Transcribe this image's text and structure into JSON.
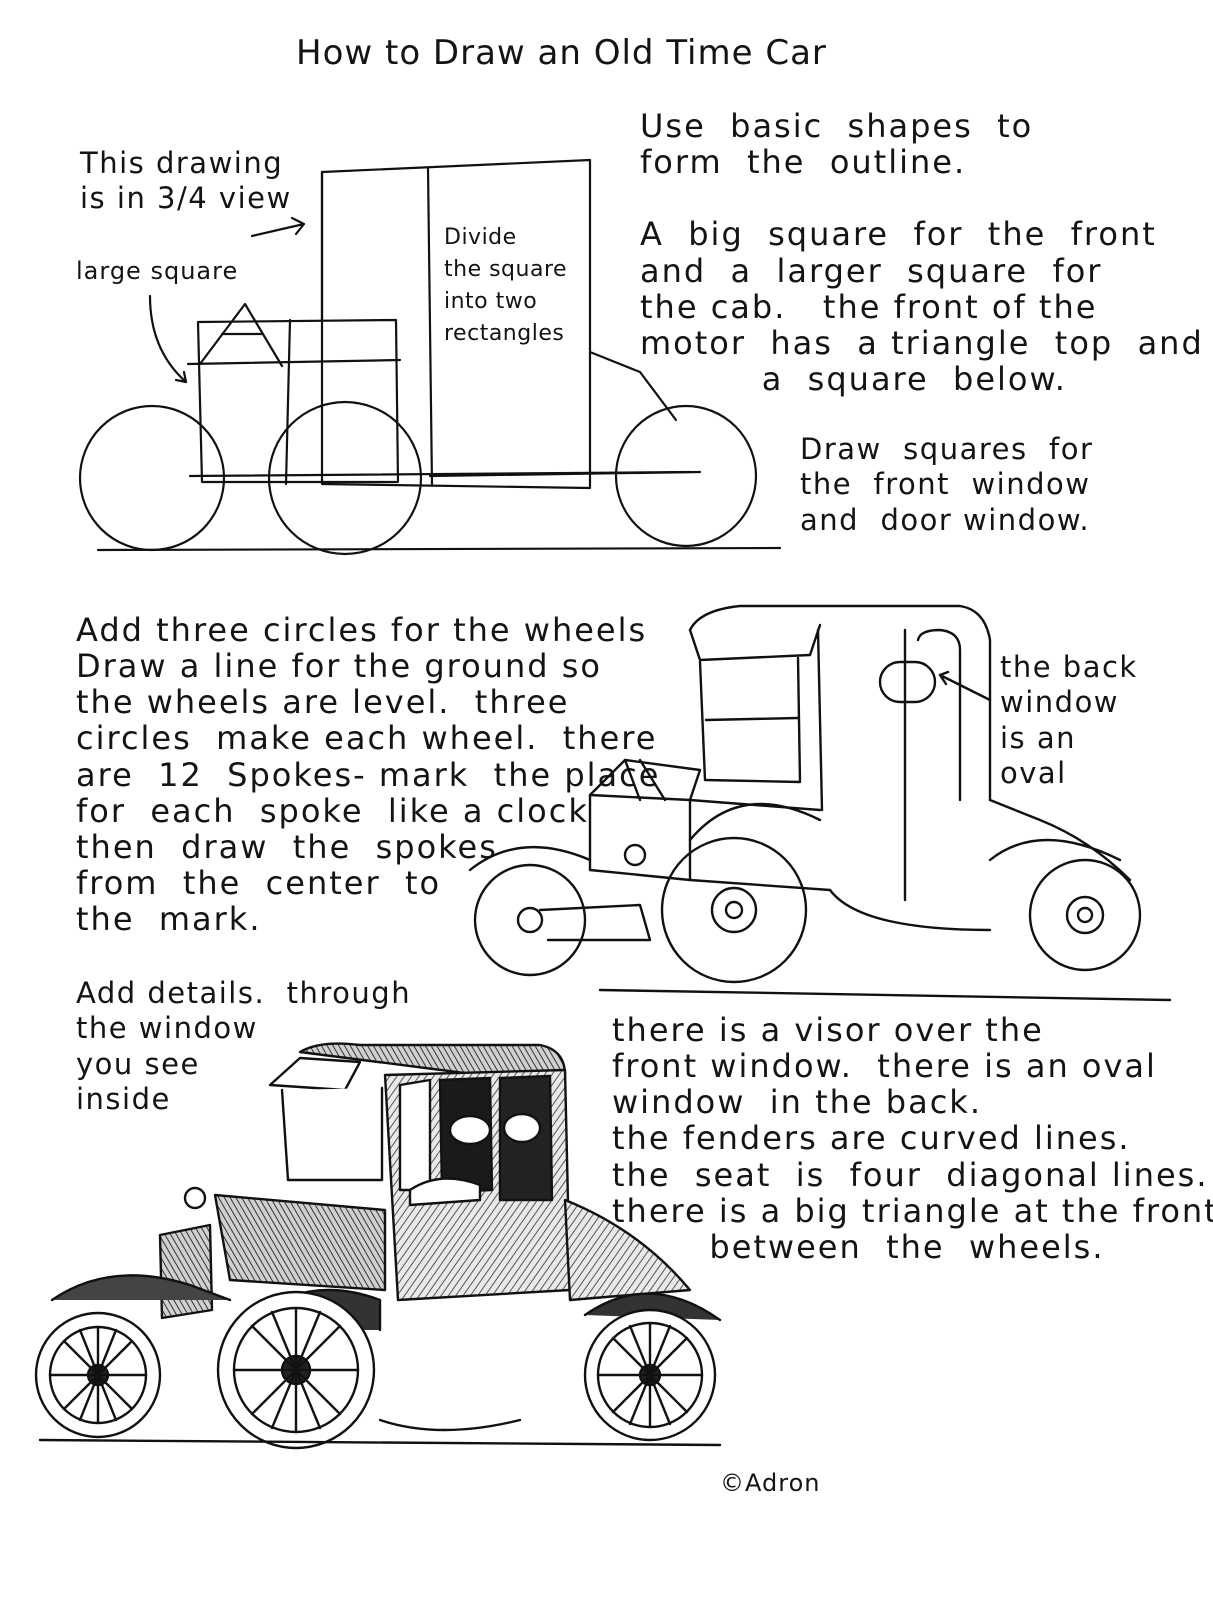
{
  "page": {
    "title": "How to Draw an Old Time Car",
    "copyright": "©Adron"
  },
  "step1": {
    "view_note": "This drawing\nis in 3/4 view",
    "large_square_label": "large square",
    "divide_label": "Divide\nthe square\ninto two\nrectangles",
    "instructions": "Use  basic  shapes  to\nform  the  outline.\n\nA  big  square  for  the  front\nand  a  larger  square  for\nthe cab.   the front of the\nmotor  has  a triangle  top  and\n          a  square  below.",
    "squares_note": "Draw  squares  for\nthe  front  window\nand  door window."
  },
  "step2": {
    "wheels_text": "Add three circles for the wheels\nDraw a line for the ground so\nthe wheels are level.  three\ncircles  make each wheel.  there\nare  12  Spokes- mark  the place\nfor  each  spoke  like a clock\nthen  draw  the  spokes\nfrom  the  center  to\nthe  mark.",
    "back_window_label": "the back\nwindow\nis an\noval"
  },
  "step3": {
    "details_text": "Add details.  through\nthe window\nyou see\ninside",
    "details_more": "there is a visor over the\nfront window.  there is an oval\nwindow  in the back.\nthe fenders are curved lines.\nthe  seat  is  four  diagonal lines.\nthere is a big triangle at the front\n        between  the  wheels."
  }
}
